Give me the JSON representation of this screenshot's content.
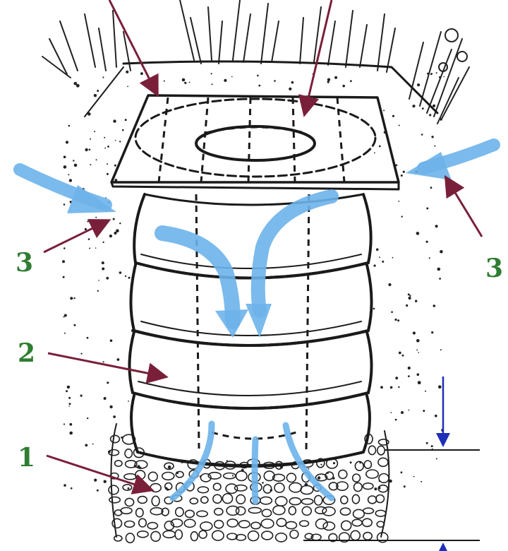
{
  "labels": {
    "drainage_layer": "1",
    "tyre_stack": "2",
    "inflow": "3",
    "inflow_right": "3"
  },
  "colors": {
    "water_flow": "#6db3ea",
    "pointer": "#7a1f3a",
    "label_text": "#2e7d32",
    "dimension_arrow": "#1e2fb8",
    "ink": "#1a1a1a"
  },
  "icons": {
    "water_arrow": "water-flow-arrow-icon",
    "pointer_arrow": "pointer-arrow-icon",
    "dimension_arrow": "dimension-arrow-icon"
  }
}
